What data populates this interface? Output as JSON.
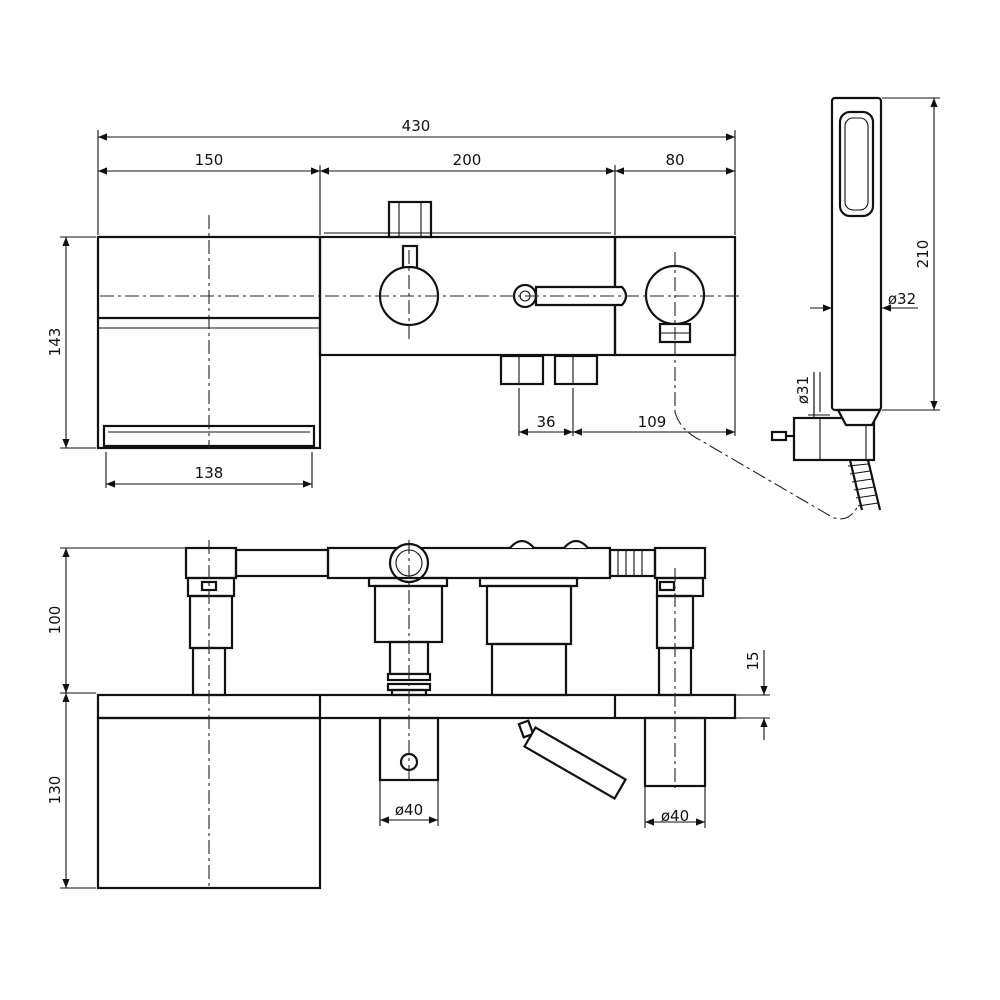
{
  "dimensions": {
    "overall_width": "430",
    "left_section": "150",
    "middle_section": "200",
    "right_section": "80",
    "height_top": "143",
    "spout_width": "138",
    "outlet_spacing": "36",
    "outlet_offset": "109",
    "handset_length": "210",
    "handset_diameter": "ø32",
    "holder_diameter": "ø31",
    "side_height_upper": "100",
    "deck_thickness": "15",
    "side_height_lower": "130",
    "left_tail_diameter": "ø40",
    "right_tail_diameter": "ø40"
  }
}
